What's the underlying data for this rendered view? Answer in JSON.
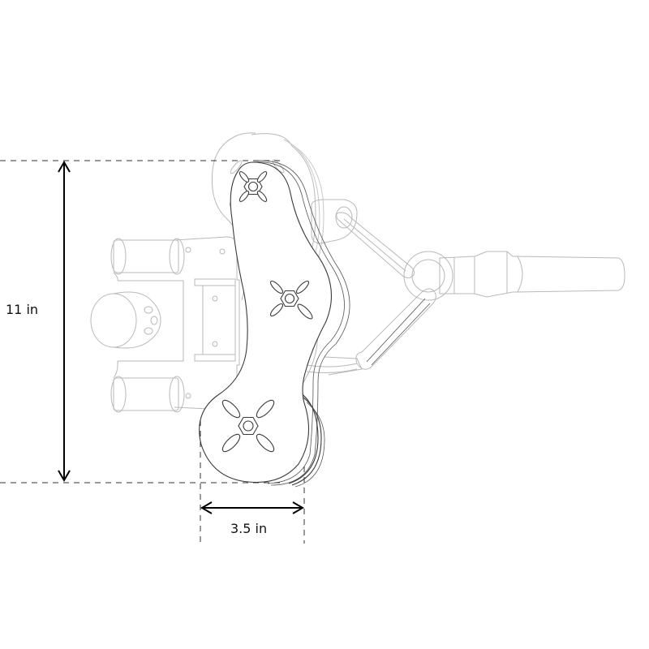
{
  "diagram": {
    "type": "technical line drawing",
    "subject": "triple pulley plate assembly with carabiners, wall mount bracket and handle",
    "colors": {
      "background": "#ffffff",
      "primary_line": "#3a3a3a",
      "faded_line": "#b9b9b9",
      "dimension_line": "#000000"
    }
  },
  "dimensions": {
    "height": {
      "label": "11 in",
      "orientation": "vertical"
    },
    "width": {
      "label": "3.5 in",
      "orientation": "horizontal"
    }
  },
  "components": [
    {
      "name": "pulley-plate",
      "style": "dark"
    },
    {
      "name": "top-pulley-nut",
      "style": "dark"
    },
    {
      "name": "middle-pulley-nut",
      "style": "dark"
    },
    {
      "name": "bottom-pulley-nut",
      "style": "dark"
    },
    {
      "name": "rear-plate",
      "style": "faded"
    },
    {
      "name": "wall-mount-bracket",
      "style": "faded"
    },
    {
      "name": "knob",
      "style": "faded"
    },
    {
      "name": "upper-carabiner",
      "style": "faded"
    },
    {
      "name": "lower-carabiner",
      "style": "faded"
    },
    {
      "name": "o-ring",
      "style": "faded"
    },
    {
      "name": "handle",
      "style": "faded"
    },
    {
      "name": "cable",
      "style": "faded"
    }
  ]
}
